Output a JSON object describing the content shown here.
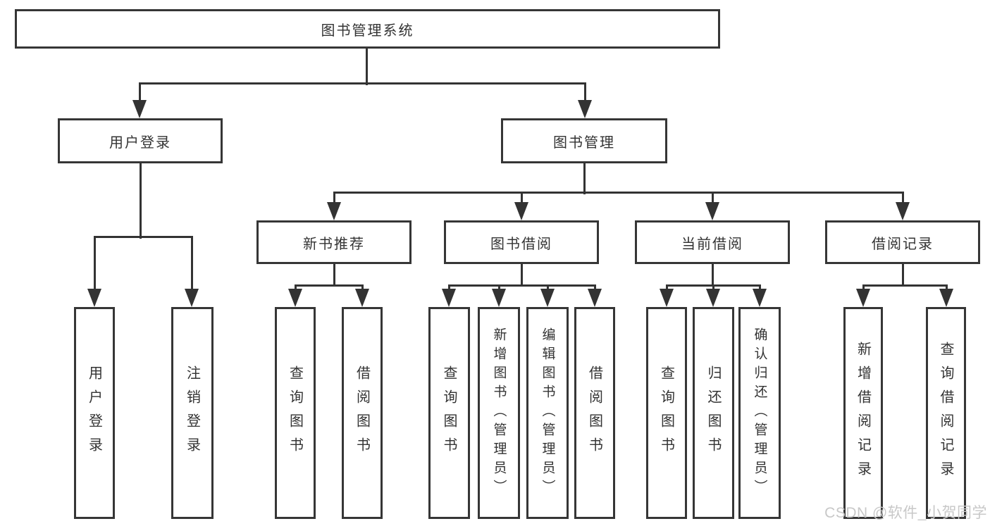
{
  "title": "图书管理系统",
  "tree": {
    "label": "图书管理系统",
    "children": [
      {
        "label": "用户登录",
        "children": [
          {
            "label": "用户登录"
          },
          {
            "label": "注销登录"
          }
        ]
      },
      {
        "label": "图书管理",
        "children": [
          {
            "label": "新书推荐",
            "children": [
              {
                "label": "查询图书"
              },
              {
                "label": "借阅图书"
              }
            ]
          },
          {
            "label": "图书借阅",
            "children": [
              {
                "label": "查询图书"
              },
              {
                "label": "新增图书（管理员）"
              },
              {
                "label": "编辑图书（管理员）"
              },
              {
                "label": "借阅图书"
              }
            ]
          },
          {
            "label": "当前借阅",
            "children": [
              {
                "label": "查询图书"
              },
              {
                "label": "归还图书"
              },
              {
                "label": "确认归还（管理员）"
              }
            ]
          },
          {
            "label": "借阅记录",
            "children": [
              {
                "label": "新增借阅记录"
              },
              {
                "label": "查询借阅记录"
              }
            ]
          }
        ]
      }
    ]
  },
  "watermark": "CSDN @软件_小贺同学",
  "colors": {
    "background": "#ffffff",
    "box_border": "#363636",
    "line": "#333333",
    "text": "#333333",
    "watermark": "#c8c8c8"
  }
}
